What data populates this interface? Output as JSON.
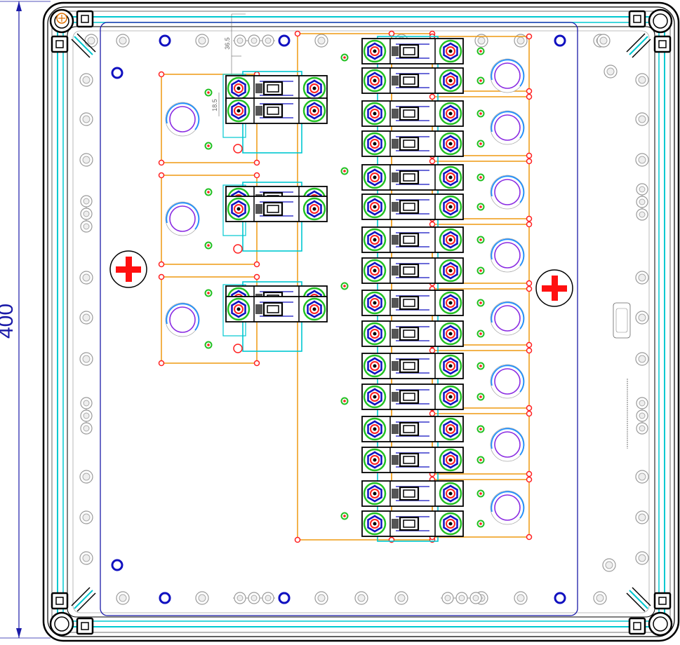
{
  "drawing": {
    "overall_dimension": "400",
    "dim_36_5": "36.5",
    "dim_18_5": "18.5"
  },
  "colors": {
    "enclosure_outline": "#000000",
    "gasket": "#00c8d0",
    "mounting_plate": "#1a1aa8",
    "rail_frame": "#f0a020",
    "terminal_red": "#ff2020",
    "terminal_green": "#22c022",
    "terminal_blue": "#1010c0",
    "gland_purple": "#8a2be2",
    "gland_blue": "#1e90ff",
    "dimension_blue": "#1a1aa8",
    "cross_red": "#ff1010"
  },
  "icons": [
    "earth-cross-icon",
    "screw-icon",
    "fuse-holder-icon",
    "cable-gland-icon",
    "corner-latch-icon"
  ],
  "layout": {
    "left_fuse_groups": 3,
    "right_fuse_pairs": 8,
    "poles_per_group": 2
  }
}
